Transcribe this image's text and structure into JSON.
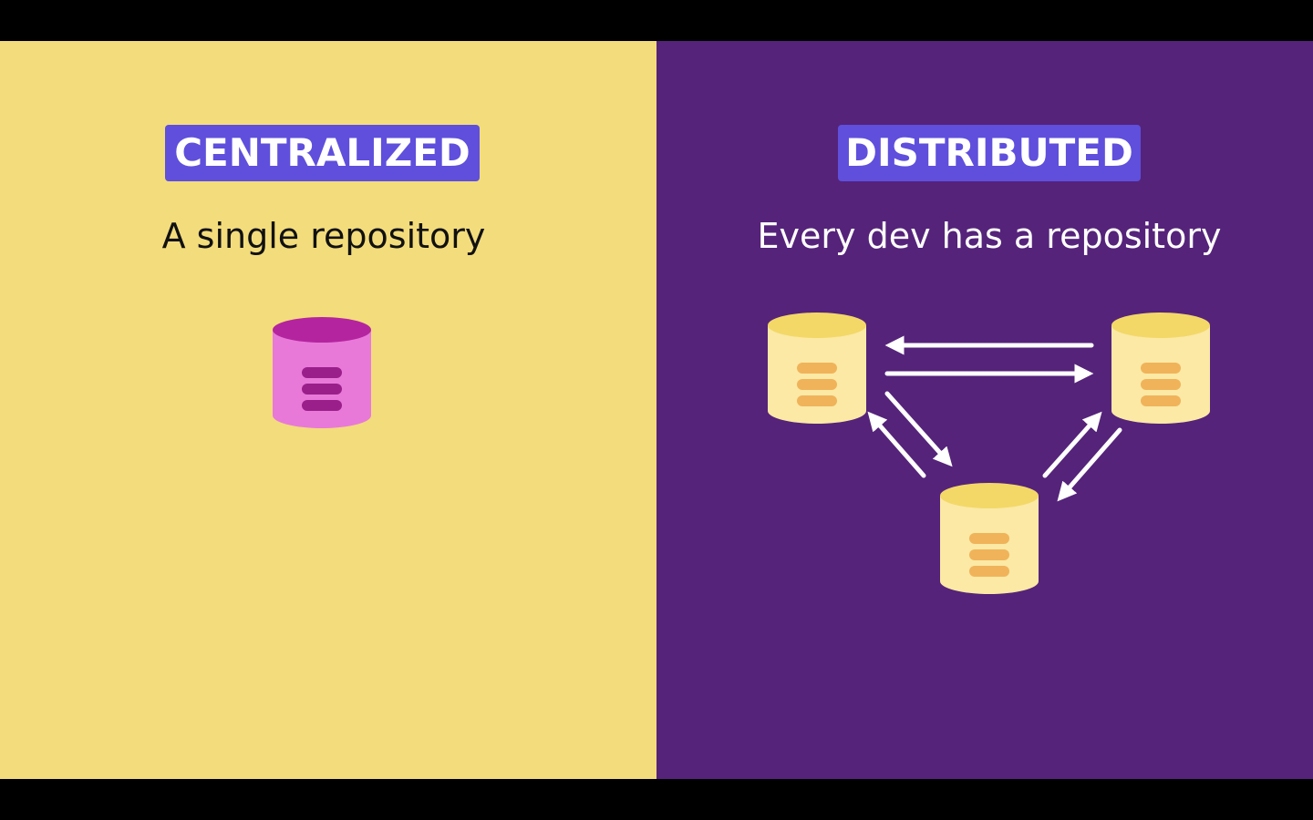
{
  "colors": {
    "letterbox": "#000000",
    "left_background": "#f3dc7b",
    "right_background": "#55237a",
    "badge": "#5f4fdc",
    "badge_text": "#ffffff",
    "left_subtitle_text": "#111111",
    "right_subtitle_text": "#ffffff",
    "central_db_body": "#e879d9",
    "central_db_top": "#b5249f",
    "central_db_lines": "#9a1f8a",
    "dev_db_body": "#fbe9a5",
    "dev_db_top": "#f3d868",
    "dev_db_lines": "#f0b35a",
    "arrow": "#ffffff"
  },
  "centralized": {
    "badge": "CENTRALIZED",
    "subtitle": "A single repository",
    "icon": "database-icon"
  },
  "distributed": {
    "badge": "DISTRIBUTED",
    "subtitle": "Every dev has a repository",
    "icon": "database-icon",
    "connections": "bidirectional-arrows"
  }
}
